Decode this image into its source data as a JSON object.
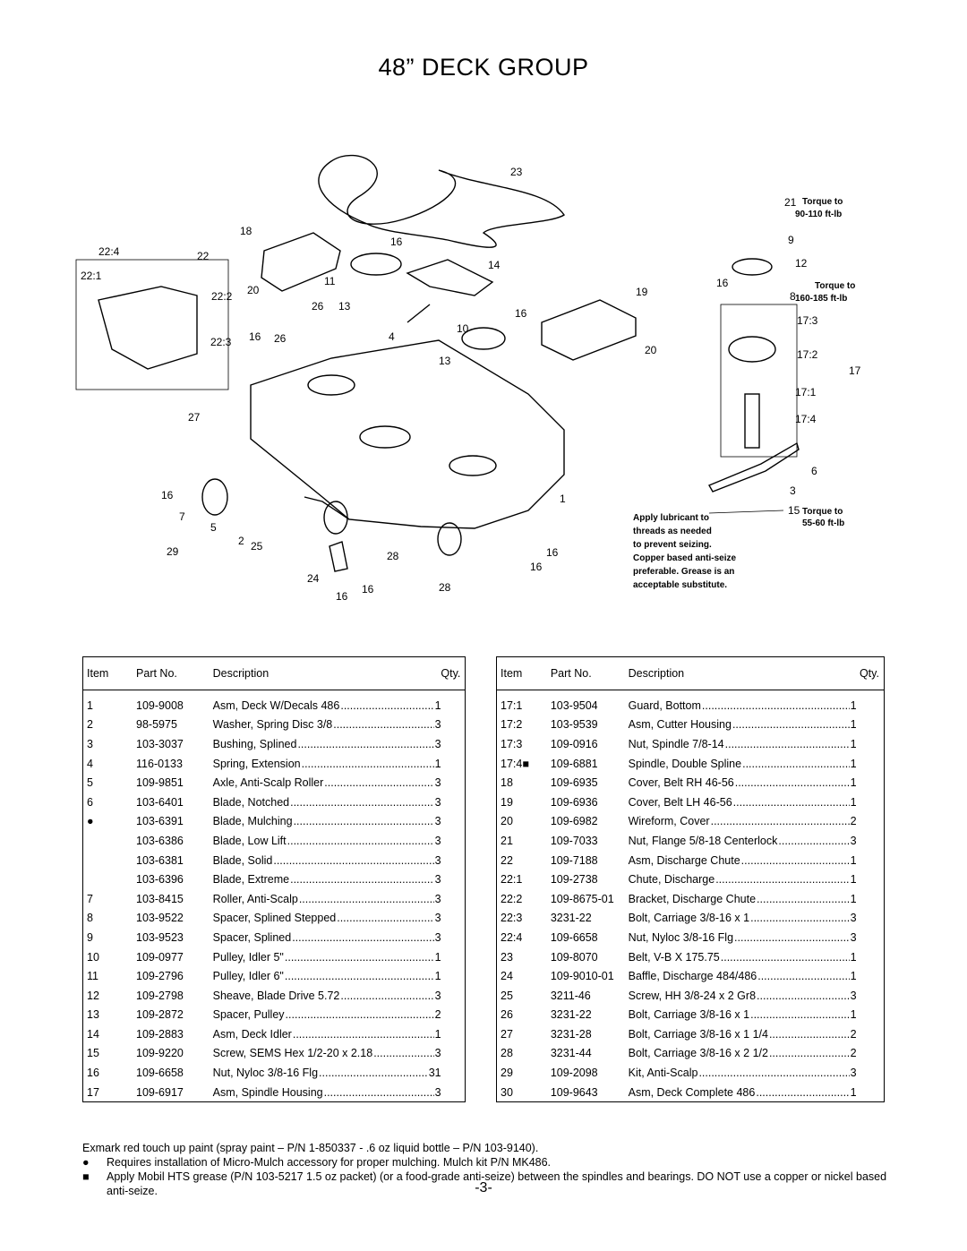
{
  "title": "48” DECK GROUP",
  "diagram": {
    "callouts": [
      "23",
      "21",
      "9",
      "12",
      "16",
      "8",
      "17:3",
      "17:2",
      "17",
      "17:1",
      "17:4",
      "6",
      "3",
      "15",
      "18",
      "16",
      "14",
      "22:4",
      "22",
      "22:1",
      "20",
      "11",
      "22:2",
      "26",
      "13",
      "19",
      "16",
      "22:3",
      "16",
      "26",
      "4",
      "10",
      "13",
      "20",
      "27",
      "16",
      "7",
      "5",
      "29",
      "2",
      "25",
      "1",
      "28",
      "16",
      "16",
      "24",
      "16",
      "28",
      "16"
    ],
    "torque_1": [
      "Torque to",
      "90-110 ft-lb"
    ],
    "torque_2": [
      "Torque to",
      "160-185 ft-lb"
    ],
    "torque_3": [
      "Torque to",
      "55-60 ft-lb"
    ],
    "lube_note": [
      "Apply lubricant to",
      "threads as needed",
      "to prevent seizing.",
      "Copper based anti-seize",
      "preferable. Grease is an",
      "acceptable substitute."
    ]
  },
  "table_headers": {
    "item": "Item",
    "part": "Part No.",
    "desc": "Description",
    "qty": "Qty."
  },
  "parts_left": [
    {
      "item": "1",
      "part": "109-9008",
      "desc": "Asm, Deck W/Decals 486",
      "qty": "1"
    },
    {
      "item": "2",
      "part": "98-5975",
      "desc": "Washer, Spring Disc 3/8",
      "qty": "3"
    },
    {
      "item": "3",
      "part": "103-3037",
      "desc": "Bushing, Splined",
      "qty": "3"
    },
    {
      "item": "4",
      "part": "116-0133",
      "desc": "Spring, Extension",
      "qty": "1"
    },
    {
      "item": "5",
      "part": "109-9851",
      "desc": "Axle, Anti-Scalp Roller",
      "qty": "3"
    },
    {
      "item": "6",
      "part": "103-6401",
      "desc": "Blade, Notched",
      "qty": "3"
    },
    {
      "item": "●",
      "part": "103-6391",
      "desc": "Blade, Mulching",
      "qty": "3"
    },
    {
      "item": "",
      "part": "103-6386",
      "desc": "Blade, Low Lift",
      "qty": "3"
    },
    {
      "item": "",
      "part": "103-6381",
      "desc": "Blade, Solid",
      "qty": "3"
    },
    {
      "item": "",
      "part": "103-6396",
      "desc": "Blade, Extreme",
      "qty": "3"
    },
    {
      "item": "7",
      "part": "103-8415",
      "desc": "Roller, Anti-Scalp",
      "qty": "3"
    },
    {
      "item": "8",
      "part": "103-9522",
      "desc": "Spacer, Splined Stepped",
      "qty": "3"
    },
    {
      "item": "9",
      "part": "103-9523",
      "desc": "Spacer, Splined",
      "qty": "3"
    },
    {
      "item": "10",
      "part": "109-0977",
      "desc": "Pulley, Idler 5\"",
      "qty": "1"
    },
    {
      "item": "11",
      "part": "109-2796",
      "desc": "Pulley, Idler 6\"",
      "qty": "1"
    },
    {
      "item": "12",
      "part": "109-2798",
      "desc": "Sheave, Blade Drive 5.72",
      "qty": "3"
    },
    {
      "item": "13",
      "part": "109-2872",
      "desc": "Spacer, Pulley",
      "qty": "2"
    },
    {
      "item": "14",
      "part": "109-2883",
      "desc": "Asm, Deck Idler",
      "qty": "1"
    },
    {
      "item": "15",
      "part": "109-9220",
      "desc": "Screw, SEMS Hex 1/2-20 x 2.18",
      "qty": "3"
    },
    {
      "item": "16",
      "part": "109-6658",
      "desc": "Nut, Nyloc 3/8-16 Flg",
      "qty": "31"
    },
    {
      "item": "17",
      "part": "109-6917",
      "desc": "Asm, Spindle Housing",
      "qty": "3"
    }
  ],
  "parts_right": [
    {
      "item": "17:1",
      "part": "103-9504",
      "desc": "Guard, Bottom",
      "qty": "1"
    },
    {
      "item": "17:2",
      "part": "103-9539",
      "desc": "Asm, Cutter Housing",
      "qty": "1"
    },
    {
      "item": "17:3",
      "part": "109-0916",
      "desc": "Nut, Spindle 7/8-14",
      "qty": "1"
    },
    {
      "item": "17:4■",
      "part": "109-6881",
      "desc": "Spindle, Double Spline",
      "qty": "1"
    },
    {
      "item": "18",
      "part": "109-6935",
      "desc": "Cover, Belt RH 46-56",
      "qty": "1"
    },
    {
      "item": "19",
      "part": "109-6936",
      "desc": "Cover, Belt LH 46-56",
      "qty": "1"
    },
    {
      "item": "20",
      "part": "109-6982",
      "desc": "Wireform, Cover",
      "qty": "2"
    },
    {
      "item": "21",
      "part": "109-7033",
      "desc": "Nut, Flange 5/8-18 Centerlock",
      "qty": "3"
    },
    {
      "item": "22",
      "part": "109-7188",
      "desc": "Asm, Discharge Chute",
      "qty": "1"
    },
    {
      "item": "22:1",
      "part": "109-2738",
      "desc": "Chute, Discharge",
      "qty": "1"
    },
    {
      "item": "22:2",
      "part": "109-8675-01",
      "desc": "Bracket, Discharge Chute",
      "qty": "1"
    },
    {
      "item": "22:3",
      "part": "3231-22",
      "desc": "Bolt, Carriage 3/8-16 x 1",
      "qty": "3"
    },
    {
      "item": "22:4",
      "part": "109-6658",
      "desc": "Nut, Nyloc 3/8-16 Flg",
      "qty": "3"
    },
    {
      "item": "23",
      "part": "109-8070",
      "desc": "Belt, V-B X 175.75",
      "qty": "1"
    },
    {
      "item": "24",
      "part": "109-9010-01",
      "desc": "Baffle, Discharge 484/486",
      "qty": "1"
    },
    {
      "item": "25",
      "part": "3211-46",
      "desc": "Screw, HH 3/8-24 x 2 Gr8",
      "qty": "3"
    },
    {
      "item": "26",
      "part": "3231-22",
      "desc": "Bolt, Carriage 3/8-16 x 1",
      "qty": "1"
    },
    {
      "item": "27",
      "part": "3231-28",
      "desc": "Bolt, Carriage 3/8-16 x 1 1/4",
      "qty": "2"
    },
    {
      "item": "28",
      "part": "3231-44",
      "desc": "Bolt, Carriage 3/8-16 x 2 1/2",
      "qty": "2"
    },
    {
      "item": "29",
      "part": "109-2098",
      "desc": "Kit, Anti-Scalp",
      "qty": "3"
    },
    {
      "item": "30",
      "part": "109-9643",
      "desc": "Asm, Deck Complete 486",
      "qty": "1"
    }
  ],
  "footnotes": {
    "paint": "Exmark red touch up paint (spray paint – P/N 1-850337 - .6 oz liquid bottle – P/N 103-9140).",
    "mulch_mark": "●",
    "mulch": "Requires installation of Micro-Mulch accessory for proper mulching. Mulch kit P/N MK486.",
    "grease_mark": "■",
    "grease": "Apply Mobil HTS grease (P/N 103-5217 1.5 oz packet) (or a food-grade anti-seize) between the spindles and bearings. DO NOT use a copper or nickel based anti-seize."
  },
  "page_number": "-3-"
}
